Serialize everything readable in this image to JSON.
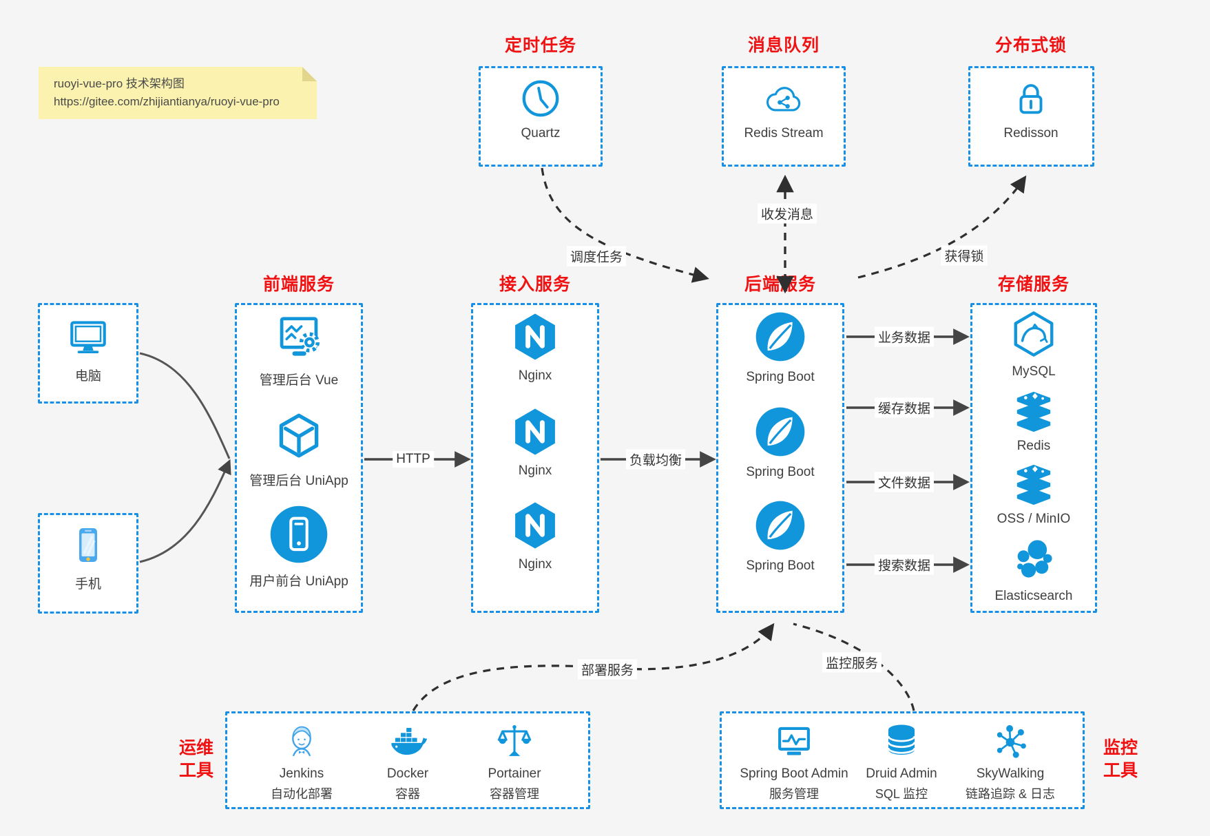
{
  "note": {
    "line1": "ruoyi-vue-pro 技术架构图",
    "line2": "https://gitee.com/zhijiantianya/ruoyi-vue-pro"
  },
  "top_services": [
    {
      "title": "定时任务",
      "label": "Quartz",
      "icon": "clock-icon"
    },
    {
      "title": "消息队列",
      "label": "Redis Stream",
      "icon": "cloud-share-icon"
    },
    {
      "title": "分布式锁",
      "label": "Redisson",
      "icon": "lock-icon"
    }
  ],
  "clients": [
    {
      "label": "电脑",
      "icon": "desktop-icon"
    },
    {
      "label": "手机",
      "icon": "smartphone-icon"
    }
  ],
  "columns": {
    "frontend": {
      "title": "前端服务",
      "items": [
        {
          "label": "管理后台 Vue",
          "icon": "admin-vue-icon"
        },
        {
          "label": "管理后台 UniApp",
          "icon": "cube-icon"
        },
        {
          "label": "用户前台 UniApp",
          "icon": "mobile-app-icon"
        }
      ]
    },
    "gateway": {
      "title": "接入服务",
      "items": [
        {
          "label": "Nginx",
          "icon": "nginx-icon"
        },
        {
          "label": "Nginx",
          "icon": "nginx-icon"
        },
        {
          "label": "Nginx",
          "icon": "nginx-icon"
        }
      ]
    },
    "backend": {
      "title": "后端服务",
      "items": [
        {
          "label": "Spring Boot",
          "icon": "spring-icon"
        },
        {
          "label": "Spring Boot",
          "icon": "spring-icon"
        },
        {
          "label": "Spring Boot",
          "icon": "spring-icon"
        }
      ]
    },
    "storage": {
      "title": "存储服务",
      "items": [
        {
          "label": "MySQL",
          "icon": "mysql-icon"
        },
        {
          "label": "Redis",
          "icon": "redis-stack-icon"
        },
        {
          "label": "OSS / MinIO",
          "icon": "storage-stack-icon"
        },
        {
          "label": "Elasticsearch",
          "icon": "elasticsearch-icon"
        }
      ]
    }
  },
  "edges": {
    "http": "HTTP",
    "load_balance": "负载均衡",
    "business_data": "业务数据",
    "cache_data": "缓存数据",
    "file_data": "文件数据",
    "search_data": "搜索数据",
    "schedule_task": "调度任务",
    "send_receive_msg": "收发消息",
    "acquire_lock": "获得锁",
    "deploy_service": "部署服务",
    "monitor_service": "监控服务"
  },
  "ops_tools": {
    "side_label_line1": "运维",
    "side_label_line2": "工具",
    "items": [
      {
        "name": "Jenkins",
        "desc": "自动化部署",
        "icon": "jenkins-icon"
      },
      {
        "name": "Docker",
        "desc": "容器",
        "icon": "docker-whale-icon"
      },
      {
        "name": "Portainer",
        "desc": "容器管理",
        "icon": "scales-icon"
      }
    ]
  },
  "monitor_tools": {
    "side_label_line1": "监控",
    "side_label_line2": "工具",
    "items": [
      {
        "name": "Spring Boot Admin",
        "desc": "服务管理",
        "icon": "admin-monitor-icon"
      },
      {
        "name": "Druid Admin",
        "desc": "SQL 监控",
        "icon": "database-icon"
      },
      {
        "name": "SkyWalking",
        "desc": "链路追踪 & 日志",
        "icon": "topology-icon"
      }
    ]
  },
  "colors": {
    "box_border_blue": "#1890e8",
    "icon_blue": "#1296db",
    "title_red": "#f01212",
    "arrow_dark": "#454545",
    "note_bg": "#faf2ae"
  }
}
